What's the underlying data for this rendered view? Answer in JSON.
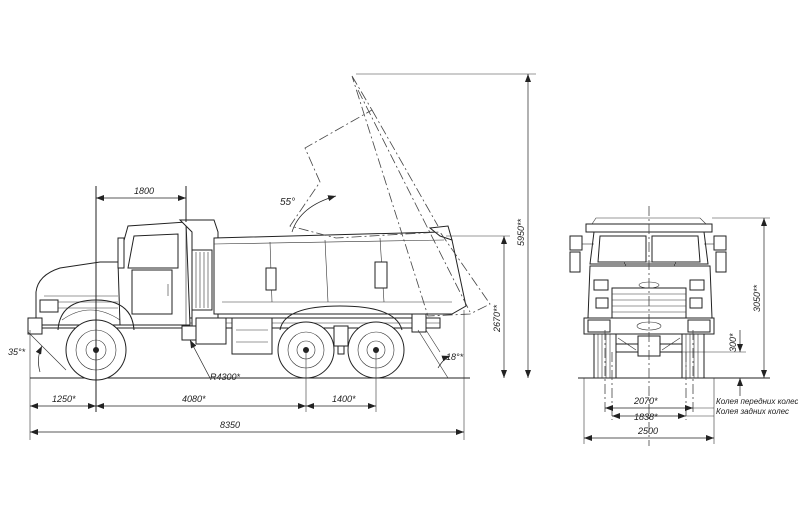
{
  "side_view": {
    "dim_cab": "1800",
    "dim_tipper_angle": "55°",
    "dim_tipped_height": "5950**",
    "dim_body_height": "2670**",
    "dim_approach_angle": "35°*",
    "dim_departure_angle": "18°*",
    "dim_turn_radius": "R4300*",
    "dim_front_overhang": "1250*",
    "dim_wheelbase": "4080*",
    "dim_rear_bogie": "1400*",
    "dim_total_length": "8350"
  },
  "front_view": {
    "dim_total_height": "3050**",
    "dim_ground_clearance": "300*",
    "dim_front_track": "2070*",
    "dim_rear_track": "1838*",
    "dim_total_width": "2500",
    "label_front_track": "Колея передних колес",
    "label_rear_track": "Колея задних колес"
  }
}
